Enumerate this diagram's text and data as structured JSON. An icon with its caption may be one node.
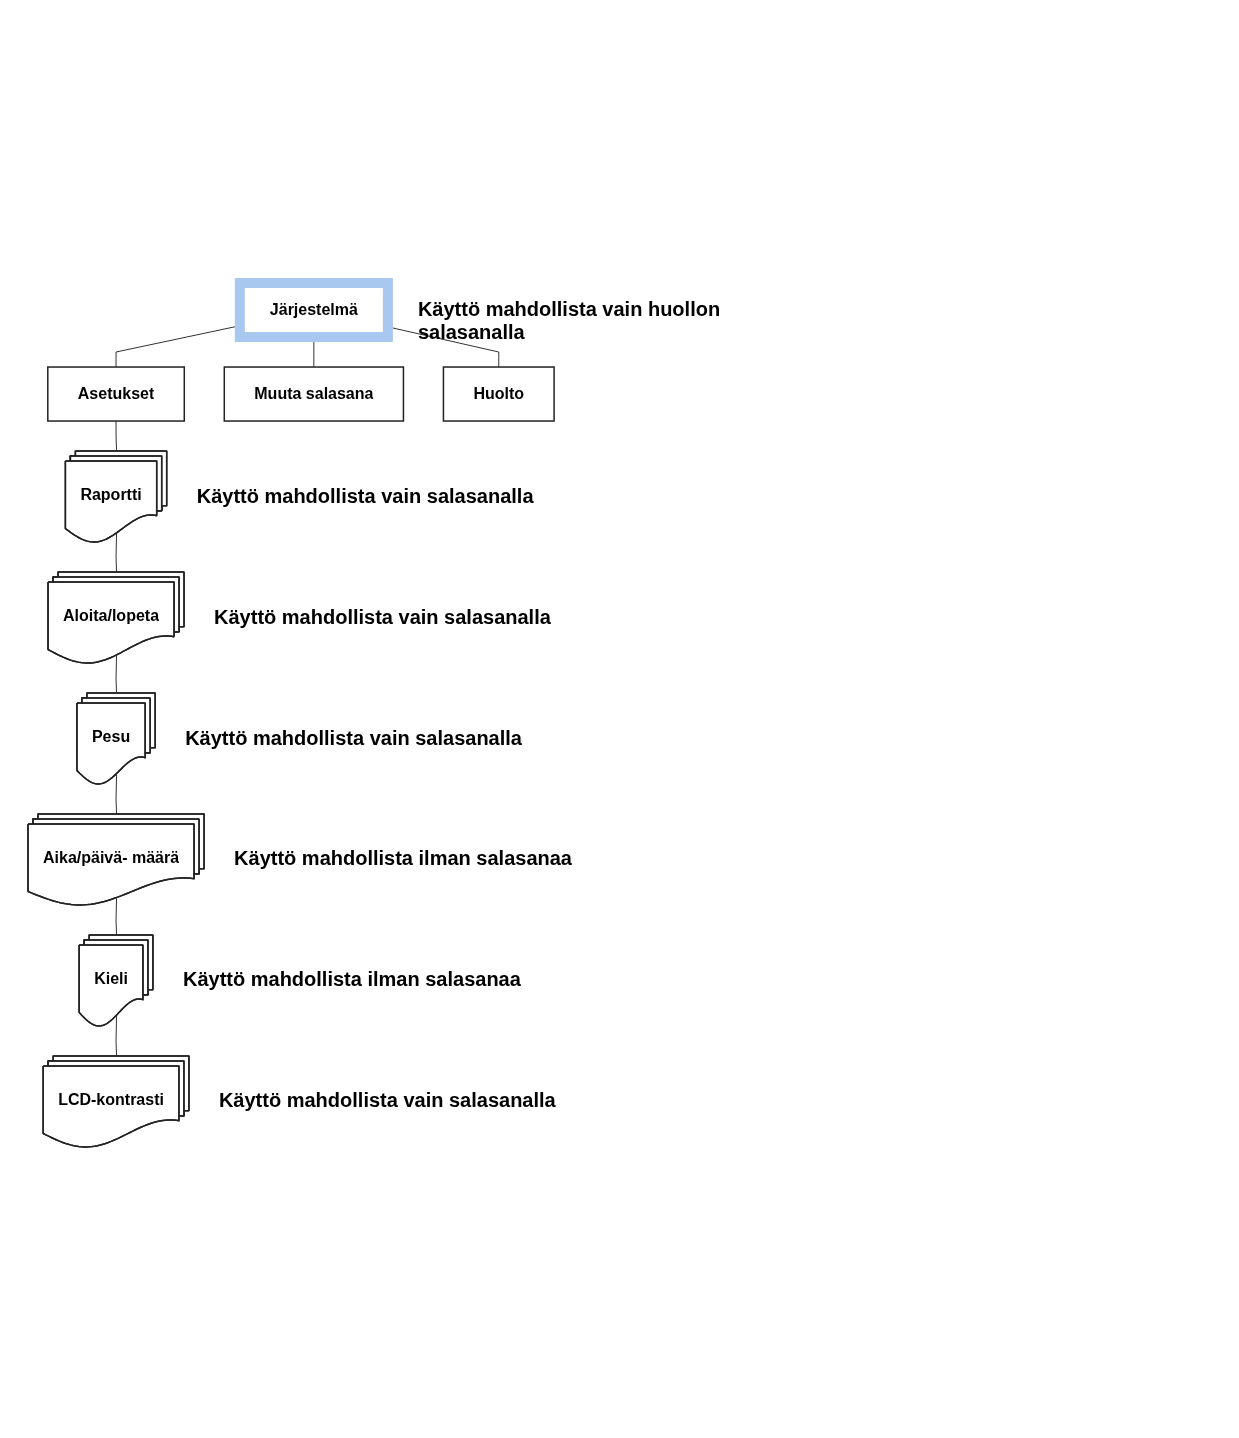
{
  "diagram": {
    "nodes": [
      {
        "text": [
          "Järjestelmä"
        ],
        "beside": [
          "Käyttö mahdollista vain huollon salasanalla"
        ]
      },
      {
        "text": [
          "Asetukset"
        ]
      },
      {
        "text": [
          "Muuta salasana"
        ]
      },
      {
        "text": [
          "Huolto"
        ]
      },
      {
        "text": [
          "Raportti"
        ],
        "beside": [
          "Käyttö mahdollista vain salasanalla"
        ]
      },
      {
        "text": [
          "Aloita/lopeta"
        ],
        "beside": [
          "Käyttö mahdollista vain salasanalla"
        ]
      },
      {
        "text": [
          "Pesu"
        ],
        "beside": [
          "Käyttö mahdollista vain salasanalla"
        ]
      },
      {
        "text": [
          "Aika/päivä- määrä"
        ],
        "beside": [
          "Käyttö mahdollista ilman salasanaa"
        ]
      },
      {
        "text": [
          "Kieli"
        ],
        "beside": [
          "Käyttö mahdollista ilman salasanaa"
        ]
      },
      {
        "text": [
          "LCD-kontrasti"
        ],
        "beside": [
          "Käyttö mahdollista vain salasanalla"
        ]
      }
    ],
    "edges": [
      {
        "from": 0,
        "to": 1,
        "arrow": "none"
      },
      {
        "from": 0,
        "to": 2,
        "arrow": "none"
      },
      {
        "from": 0,
        "to": 3,
        "arrow": "none"
      },
      {
        "from": 1,
        "to": 4,
        "arrow": "none"
      },
      {
        "from": 4,
        "to": 5,
        "arrow": "none"
      },
      {
        "from": 5,
        "to": 6,
        "arrow": "none"
      },
      {
        "from": 6,
        "to": 7,
        "arrow": "none"
      },
      {
        "from": 7,
        "to": 8,
        "arrow": "none"
      },
      {
        "from": 8,
        "to": 9,
        "arrow": "none"
      }
    ]
  }
}
